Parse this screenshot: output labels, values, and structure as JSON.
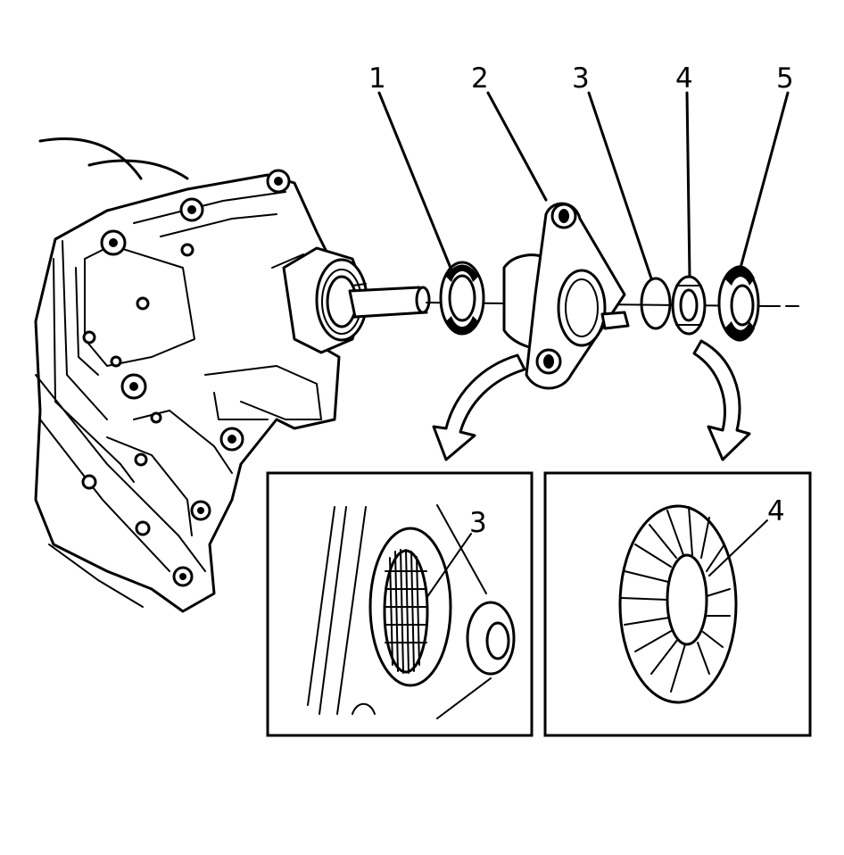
{
  "callouts": {
    "c1": "1",
    "c2": "2",
    "c3": "3",
    "c4": "4",
    "c5": "5",
    "detail_left": "3",
    "detail_right": "4"
  },
  "colors": {
    "line": "#000000",
    "background": "#ffffff"
  },
  "icons": [
    "arrow-down-left-icon",
    "arrow-down-right-icon"
  ]
}
